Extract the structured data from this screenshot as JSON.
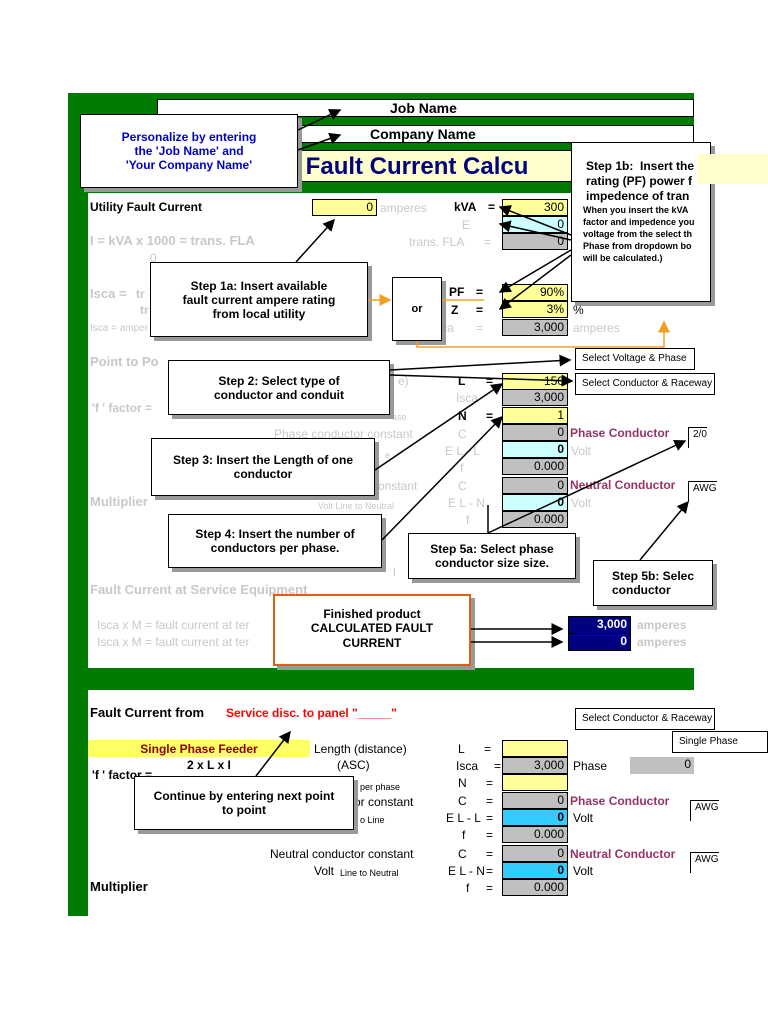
{
  "header": {
    "job_name": "Job Name",
    "company_name": "Company Name",
    "title": "le Fault Current Calcu"
  },
  "callouts": {
    "personalize": "Personalize by entering\nthe 'Job Name' and\n'Your Company Name'",
    "step1a": "Step 1a:  Insert available\nfault current ampere rating\nfrom local utility",
    "step1b_title": "Step 1b:  Insert the\nrating (PF) power f\nimpedence of tran",
    "step1b_body": "When you insert the kVA\nfactor and impedence you\nvoltage from the select th\nPhase from dropdown bo\nwill be calculated.)",
    "or": "or",
    "step2": "Step 2: Select type of\nconductor and conduit",
    "step3": "Step 3: Insert the Length of one\nconductor",
    "step4": "Step 4: Insert the number of\nconductors per phase.",
    "step5a": "Step 5a: Select phase\nconductor size size.",
    "step5b": "Step 5b: Selec\nconductor",
    "finished_line1": "Finished product",
    "finished_line2": "CALCULATED FAULT\nCURRENT",
    "continue": "Continue by entering next point\nto point"
  },
  "section1": {
    "utility_label": "Utility Fault Current",
    "utility_value": "0",
    "amperes": "amperes",
    "formula_i": "I = kVA x 1000 = trans. FLA",
    "formula_zero": "0",
    "isca_label": "Isca =",
    "isca_frac": "tr",
    "isca_frac2": "tr",
    "isca_note": "Isca = amper",
    "kva_label": "kVA",
    "eq": "=",
    "kva_value": "300",
    "e_label": "E",
    "e_value": "0",
    "fla_label": "trans. FLA",
    "fla_value": "0",
    "pf_label": "PF",
    "pf_value": "90%",
    "z_label": "Z",
    "z_value": "3%",
    "z_unit": "%",
    "isca2_label": "Isca",
    "isca2_value": "3,000",
    "isca2_unit": "amperes",
    "p2p_label": "Point to Po",
    "p2p_tail": "e)",
    "f_factor": "'f ' factor =",
    "phase_small": "ase",
    "l_label": "L",
    "l_value": "150",
    "isca3_label": "Isca",
    "isca3_value": "3,000",
    "n_label": "N",
    "n_value": "1",
    "phase_const_label": "Phase conductor constant",
    "c_label": "C",
    "c_value": "0",
    "phase_conductor": "Phase Conductor",
    "ell_label": "E L - L",
    "ell_value": "0",
    "volt": "Volt",
    "f_label": "f",
    "f_value": "0.000",
    "line_small": "e",
    "multiplier_label": "Multiplier",
    "onstant": "onstant",
    "c2_value": "0",
    "neutral_conductor": "Neutral Conductor",
    "eln_label": "E L - N",
    "eln_value": "0",
    "volt_ln_small": "Volt Line to Neutral",
    "f2_value": "0.000",
    "l_small": "l",
    "service_equipment": "Fault Current at Service Equipment",
    "calc1_left": "Isca  x  M  =  fault current at ter",
    "calc2_left": "Isca  x  M  =  fault current at ter",
    "result1": "3,000",
    "result2": "0",
    "result_unit": "amperes",
    "dd_voltage": "Select Voltage & Phase",
    "dd_conductor": "Select Conductor & Raceway",
    "sel_2_0": "2/0",
    "sel_awg": "AWG"
  },
  "section2": {
    "heading": "Fault Current from",
    "heading_red": "Service disc. to panel \"_____\"",
    "dd_conductor": "Select Conductor & Raceway",
    "dd_phase": "Single Phase",
    "feeder": "Single Phase Feeder",
    "formula": "2 x L x I",
    "f_factor": "'f ' factor =",
    "length": "Length (distance)",
    "asc": "(ASC)",
    "l_label": "L",
    "eq": "=",
    "isca_label": "Isca",
    "isca_value": "3,000",
    "phase_word": "Phase",
    "phase_value": "0",
    "conductors_per_phase": "rs per phase",
    "n_label": "N",
    "or_constant": "or constant",
    "c_label": "C",
    "c_value": "0",
    "phase_conductor": "Phase Conductor",
    "to_line": "o Line",
    "ell_label": "E L - L",
    "ell_value": "0",
    "volt": "Volt",
    "f_label": "f",
    "f_value": "0.000",
    "neutral_const": "Neutral conductor constant",
    "c2_value": "0",
    "neutral_conductor": "Neutral Conductor",
    "volt_ln": "Volt",
    "line_to_neutral": "Line to Neutral",
    "eln_label": "E L - N",
    "eln_value": "0",
    "multiplier": "Multiplier",
    "f2_value": "0.000",
    "sel_awg1": "AWG",
    "sel_awg2": "AWG"
  }
}
